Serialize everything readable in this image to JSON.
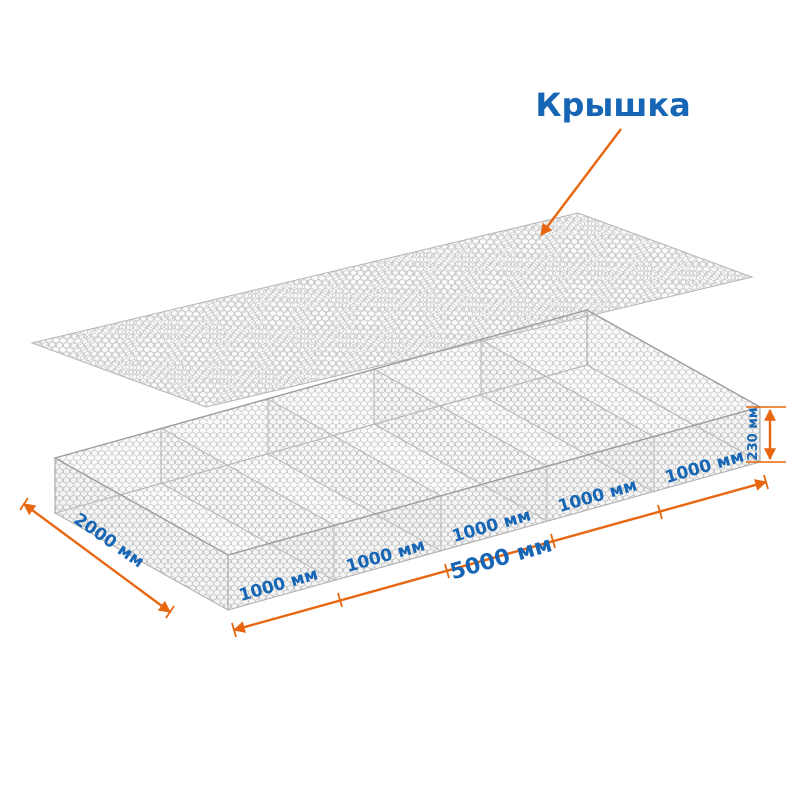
{
  "title": {
    "lid_label": "Крышка"
  },
  "colors": {
    "accent_orange": "#E8660F",
    "dimension_blue": "#1766B5",
    "mesh_gray": "#C2C2C2"
  },
  "dimensions": {
    "total_length": "5000 мм",
    "width": "2000 мм",
    "height": "230 мм",
    "segments": [
      {
        "label": "1000 мм"
      },
      {
        "label": "1000 мм"
      },
      {
        "label": "1000 мм"
      },
      {
        "label": "1000 мм"
      },
      {
        "label": "1000 мм"
      }
    ]
  }
}
